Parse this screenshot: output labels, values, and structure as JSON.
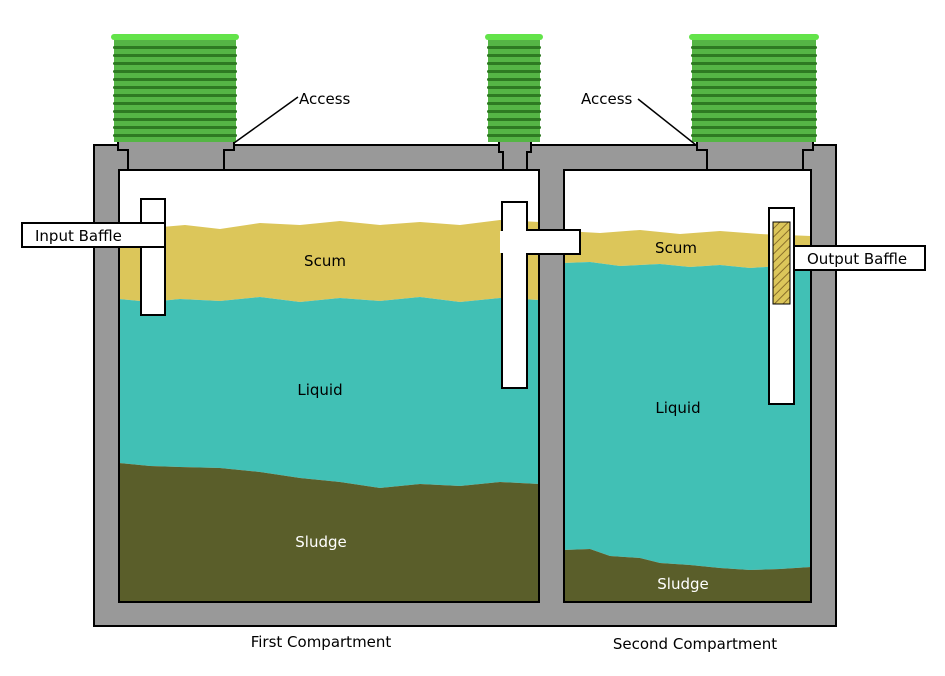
{
  "labels": {
    "access_left": "Access",
    "access_right": "Access",
    "input_baffle": "Input Baffle",
    "output_baffle": "Output Baffle",
    "scum_first": "Scum",
    "liquid_first": "Liquid",
    "sludge_first": "Sludge",
    "scum_second": "Scum",
    "liquid_second": "Liquid",
    "sludge_second": "Sludge",
    "first_compartment": "First Compartment",
    "second_compartment": "Second Compartment"
  },
  "colors": {
    "tank_wall": "#999999",
    "wall_outline": "#000000",
    "scum": "#dcc65a",
    "liquid": "#41c0b5",
    "sludge": "#5a5e2a",
    "riser": "#55b545",
    "riser_rib": "#2e7a22",
    "riser_top": "#63e34a",
    "baffle": "#ffffff",
    "output_filter": "#d9c25c"
  }
}
